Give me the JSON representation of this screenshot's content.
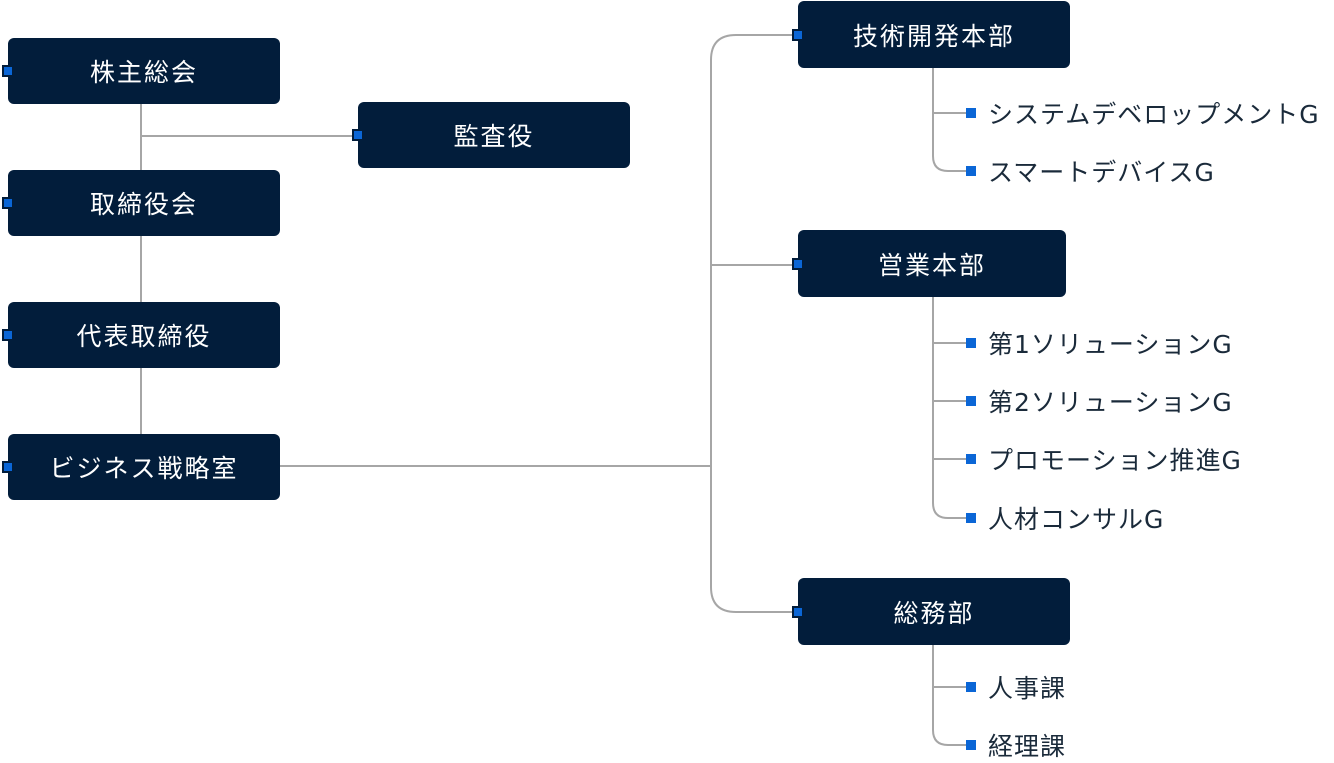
{
  "colors": {
    "node_bg": "#021d3b",
    "marker": "#0b66d6",
    "line": "#a6a6a6",
    "sub_text": "#1a2a3a"
  },
  "left_chain": {
    "shareholders": "株主総会",
    "auditor": "監査役",
    "board": "取締役会",
    "ceo": "代表取締役",
    "strategy": "ビジネス戦略室"
  },
  "divisions": [
    {
      "name": "技術開発本部",
      "groups": [
        "システムデベロップメントG",
        "スマートデバイスG"
      ]
    },
    {
      "name": "営業本部",
      "groups": [
        "第1ソリューションG",
        "第2ソリューションG",
        "プロモーション推進G",
        "人材コンサルG"
      ]
    },
    {
      "name": "総務部",
      "groups": [
        "人事課",
        "経理課"
      ]
    }
  ]
}
